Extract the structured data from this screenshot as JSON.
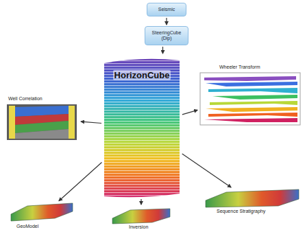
{
  "diagram": {
    "nodes": [
      {
        "text": [
          "Seismic"
        ]
      },
      {
        "text": [
          "SteeringCube (Dip)"
        ]
      },
      {
        "text": [
          "HorizonCube"
        ]
      },
      {
        "text": [
          "Well Correlation"
        ]
      },
      {
        "text": [
          "Wheeler Transform"
        ]
      },
      {
        "text": [
          "Sequence Stratigraphy"
        ]
      },
      {
        "text": [
          "GeoModel"
        ]
      },
      {
        "text": [
          "Inversion"
        ]
      }
    ],
    "edges": [
      {
        "from": 0,
        "to": 1,
        "arrow": "to"
      },
      {
        "from": 1,
        "to": 2,
        "arrow": "to"
      },
      {
        "from": 2,
        "to": 3,
        "arrow": "to"
      },
      {
        "from": 2,
        "to": 4,
        "arrow": "to"
      },
      {
        "from": 2,
        "to": 5,
        "arrow": "to"
      },
      {
        "from": 2,
        "to": 6,
        "arrow": "to"
      },
      {
        "from": 2,
        "to": 7,
        "arrow": "to"
      }
    ]
  }
}
